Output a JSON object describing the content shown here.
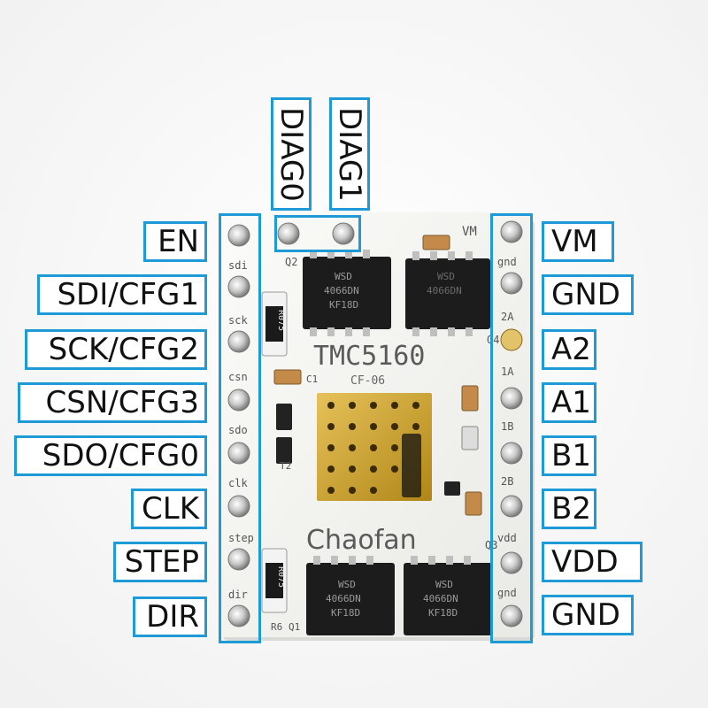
{
  "board": {
    "chip_label": "TMC5160",
    "chip_sublabel": "CF-06",
    "brand": "Chaofan",
    "mosfet_marking_line1": "WSD",
    "mosfet_marking_line2": "4066DN",
    "mosfet_marking_line3": "KF18D",
    "resistor_marking": "R075",
    "silk_left": [
      "sdi",
      "sck",
      "csn",
      "sdo",
      "clk",
      "step",
      "dir"
    ],
    "silk_right": [
      "VM",
      "gnd",
      "2A",
      "1A",
      "1B",
      "2B",
      "vdd",
      "gnd"
    ],
    "silk_refs": [
      "Q2",
      "Q4",
      "C1",
      "T2",
      "Q3",
      "R6",
      "Q1"
    ],
    "colors": {
      "annotation_border": "#1e9ad6",
      "board": "#f5f5f2",
      "gold_pad": "#c9a227",
      "chip": "#1c1c1c"
    }
  },
  "pins_left": [
    {
      "label": "EN"
    },
    {
      "label": "SDI/CFG1"
    },
    {
      "label": "SCK/CFG2"
    },
    {
      "label": "CSN/CFG3"
    },
    {
      "label": "SDO/CFG0"
    },
    {
      "label": "CLK"
    },
    {
      "label": "STEP"
    },
    {
      "label": "DIR"
    }
  ],
  "pins_right": [
    {
      "label": "VM"
    },
    {
      "label": "GND"
    },
    {
      "label": "A2"
    },
    {
      "label": "A1"
    },
    {
      "label": "B1"
    },
    {
      "label": "B2"
    },
    {
      "label": "VDD"
    },
    {
      "label": "GND"
    }
  ],
  "pins_top": [
    {
      "label": "DIAG0"
    },
    {
      "label": "DIAG1"
    }
  ]
}
